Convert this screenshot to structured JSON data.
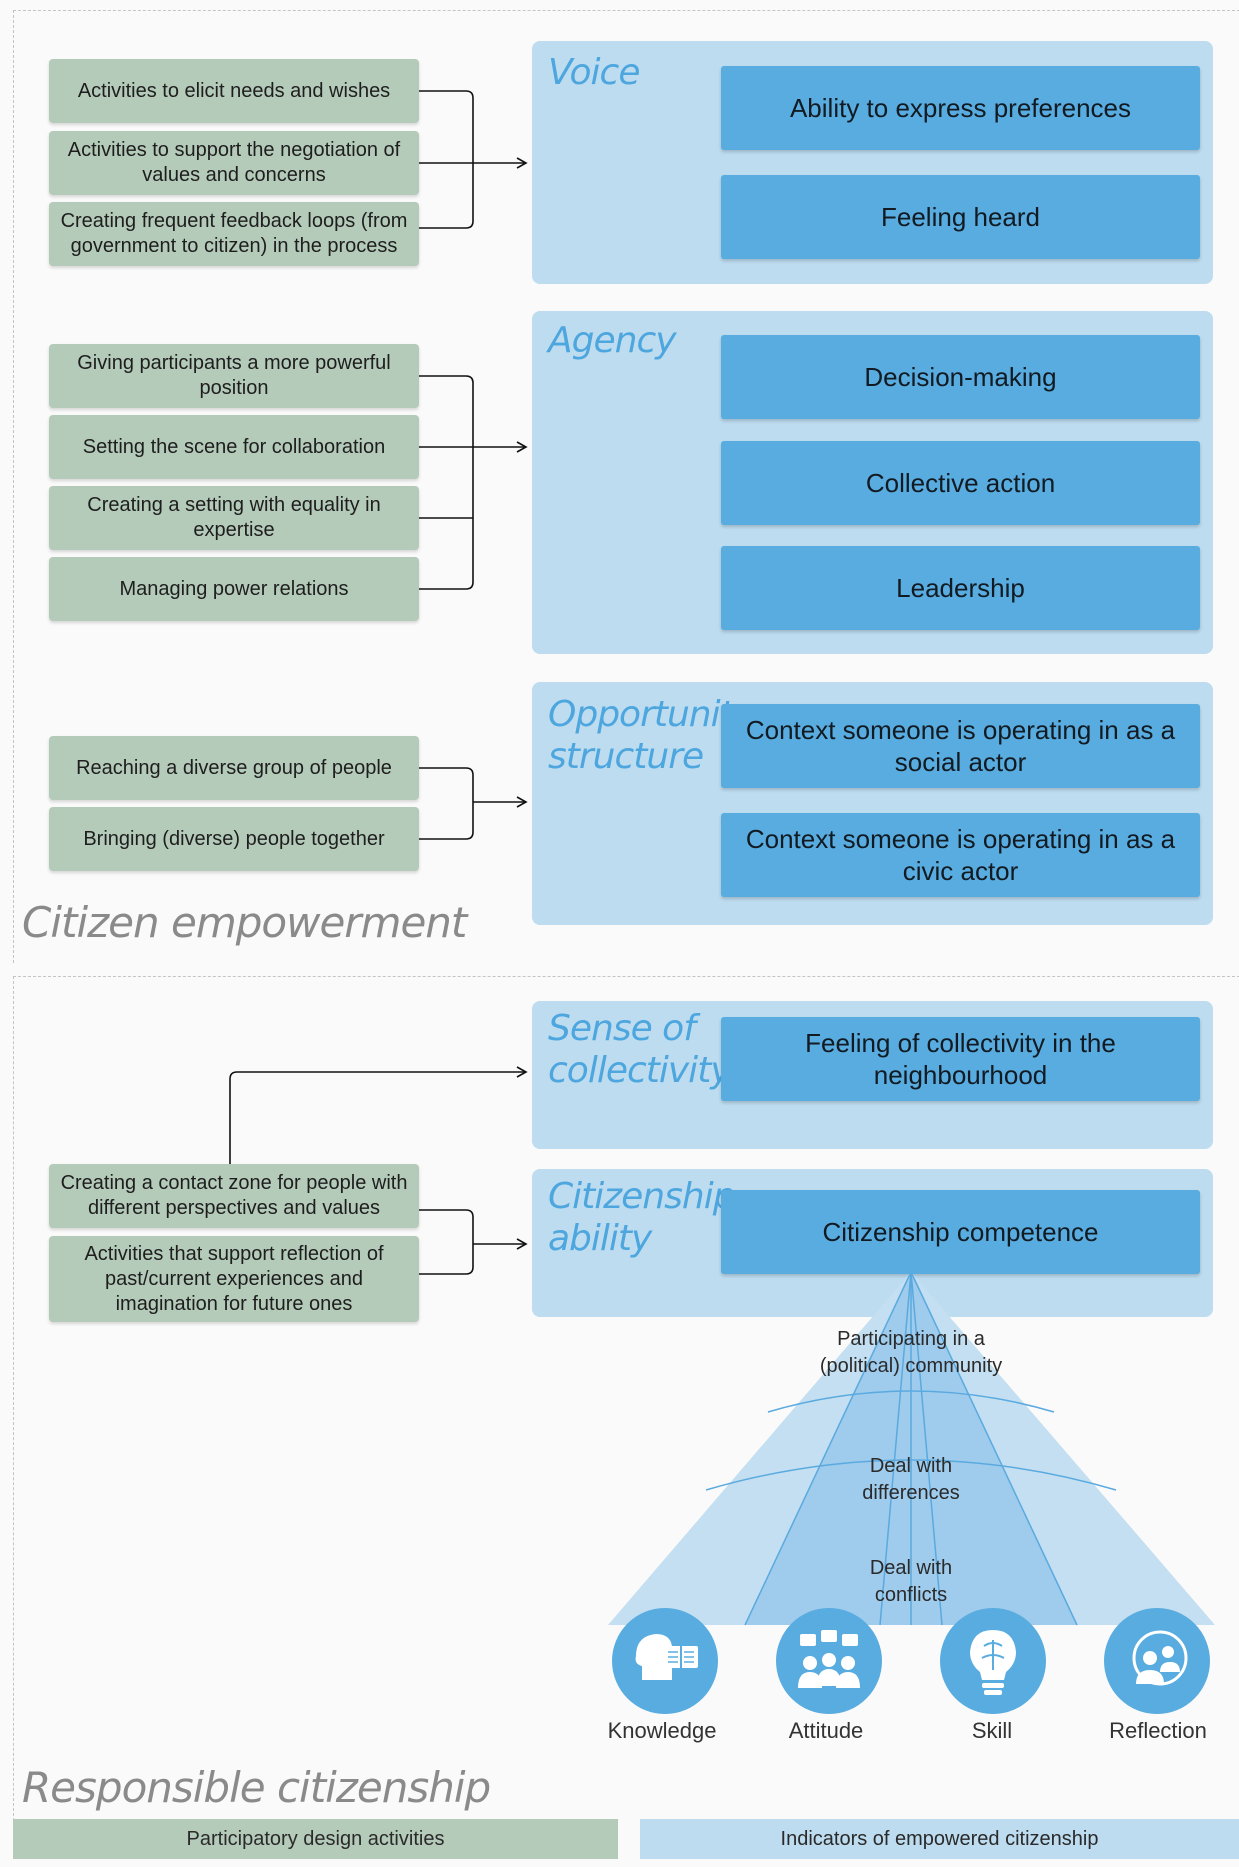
{
  "sections": {
    "empowerment": "Citizen empowerment",
    "citizenship": "Responsible citizenship"
  },
  "voice": {
    "title": "Voice",
    "activities": [
      "Activities to elicit needs and wishes",
      "Activities to support the negotiation of values and concerns",
      "Creating frequent feedback loops (from government to citizen) in the process"
    ],
    "indicators": [
      "Ability to express preferences",
      "Feeling heard"
    ]
  },
  "agency": {
    "title": "Agency",
    "activities": [
      "Giving participants a more powerful position",
      "Setting the scene for collaboration",
      "Creating a setting with equality in expertise",
      "Managing power relations"
    ],
    "indicators": [
      "Decision-making",
      "Collective action",
      "Leadership"
    ]
  },
  "opportunity": {
    "title_line1": "Opportunity",
    "title_line2": "structure",
    "activities": [
      "Reaching a diverse group of people",
      "Bringing (diverse) people together"
    ],
    "indicators": [
      "Context someone is operating in as a social actor",
      "Context someone is operating in as a civic actor"
    ]
  },
  "collectivity": {
    "title_line1": "Sense of",
    "title_line2": "collectivity",
    "indicators": [
      "Feeling of collectivity in the neighbourhood"
    ]
  },
  "ability": {
    "title_line1": "Citizenship",
    "title_line2": "ability",
    "activities": [
      "Creating a contact zone for people with different perspectives and values",
      "Activities that support reflection of past/current experiences and imagination for future ones"
    ],
    "indicators": [
      "Citizenship competence"
    ]
  },
  "pyramid": {
    "levels": [
      "Participating in a (political) community",
      "Deal with differences",
      "Deal with conflicts"
    ],
    "components": [
      {
        "label": "Knowledge",
        "icon": "head-book-icon"
      },
      {
        "label": "Attitude",
        "icon": "people-chat-icon"
      },
      {
        "label": "Skill",
        "icon": "lightbulb-brain-icon"
      },
      {
        "label": "Reflection",
        "icon": "person-mirror-icon"
      }
    ]
  },
  "legend": {
    "activities": "Participatory design activities",
    "indicators": "Indicators of empowered citizenship"
  },
  "colors": {
    "activity": "#b5cbba",
    "panel": "#bddcf0",
    "indicator": "#58ace0",
    "title": "#4ea6de"
  }
}
